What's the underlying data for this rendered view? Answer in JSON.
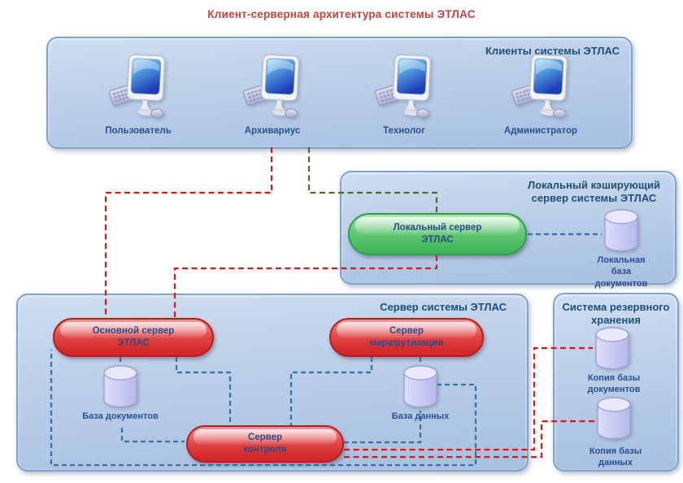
{
  "title": "Клиент-серверная архитектура системы ЭТЛАС",
  "colors": {
    "title_text": "#C9403C",
    "header_text": "#1F4E79",
    "label_text": "#2A4E8F",
    "red_line": "#E01515",
    "green_line": "#4E6B28",
    "blue_line": "#3A6EA8",
    "red_node": "#D62E2E",
    "green_node": "#49BA60"
  },
  "clients_box": {
    "title": "Клиенты системы ЭТЛАС",
    "items": [
      {
        "label": "Пользователь"
      },
      {
        "label": "Архивариус"
      },
      {
        "label": "Технолог"
      },
      {
        "label": "Администратор"
      }
    ]
  },
  "local_box": {
    "title": "Локальный кэширующий\nсервер системы ЭТЛАС",
    "server": "Локальный сервер\nЭТЛАС",
    "db": "Локальная база\nдокументов"
  },
  "server_box": {
    "title": "Сервер системы ЭТЛАС",
    "main_server": "Основной сервер\nЭТЛАС",
    "routing_server": "Сервер\nмаршрутизации",
    "control_server": "Сервер\nконтроля",
    "doc_db": "База документов",
    "data_db": "База данных"
  },
  "backup_box": {
    "title": "Система резервного\nхранения",
    "doc_copy": "Копия базы\nдокументов",
    "data_copy": "Копия базы данных"
  },
  "connections": [
    {
      "from": "Архивариус",
      "to": "Основной сервер ЭТЛАС",
      "color": "red"
    },
    {
      "from": "Архивариус",
      "to": "Локальный сервер ЭТЛАС",
      "color": "green"
    },
    {
      "from": "Локальный сервер ЭТЛАС",
      "to": "Основной сервер ЭТЛАС",
      "color": "red"
    },
    {
      "from": "Локальный сервер ЭТЛАС",
      "to": "Локальная база документов",
      "color": "blue"
    },
    {
      "from": "Основной сервер ЭТЛАС",
      "to": "База документов",
      "color": "blue"
    },
    {
      "from": "Основной сервер ЭТЛАС",
      "to": "Сервер контроля",
      "color": "blue"
    },
    {
      "from": "База документов",
      "to": "Сервер контроля",
      "color": "blue"
    },
    {
      "from": "Сервер маршрутизации",
      "to": "Сервер контроля",
      "color": "blue"
    },
    {
      "from": "Сервер маршрутизации",
      "to": "База данных",
      "color": "blue"
    },
    {
      "from": "Сервер контроля",
      "to": "База данных",
      "color": "blue"
    },
    {
      "from": "База данных",
      "to": "Основной сервер ЭТЛАС",
      "color": "blue"
    },
    {
      "from": "Сервер контроля",
      "to": "Копия базы документов",
      "color": "red"
    },
    {
      "from": "Сервер контроля",
      "to": "Копия базы данных",
      "color": "red"
    }
  ]
}
